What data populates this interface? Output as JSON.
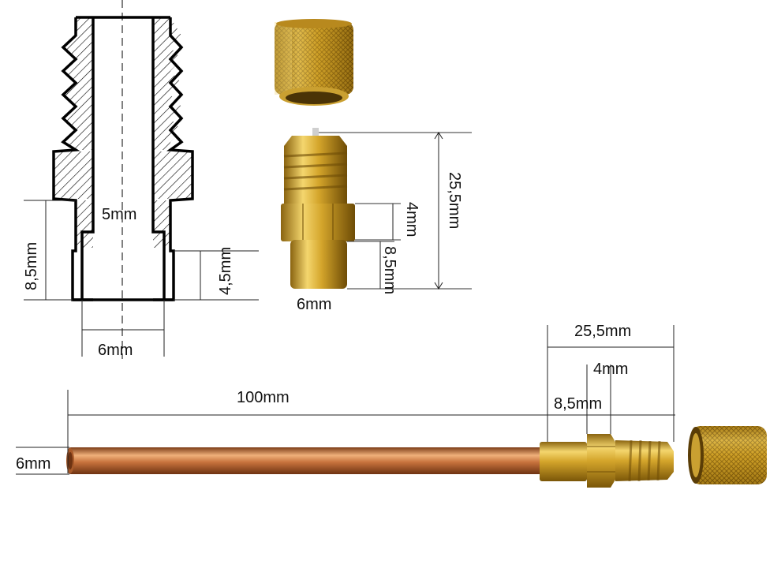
{
  "labels": {
    "drawing_bore": "5mm",
    "drawing_length": "8,5mm",
    "drawing_step": "4,5mm",
    "drawing_diameter": "6mm",
    "fitting_total": "25,5mm",
    "fitting_hex": "4mm",
    "fitting_tail": "8,5mm",
    "fitting_diameter": "6mm",
    "tube_total": "25,5mm",
    "tube_hex": "4mm",
    "tube_tail": "8,5mm",
    "tube_length": "100mm",
    "tube_diameter": "6mm"
  },
  "colors": {
    "brass": "#d4a52b",
    "brass_dark": "#8a6410",
    "brass_light": "#f4d66e",
    "copper": "#c8733d",
    "copper_dark": "#7c3d18",
    "copper_light": "#f0b07a"
  }
}
